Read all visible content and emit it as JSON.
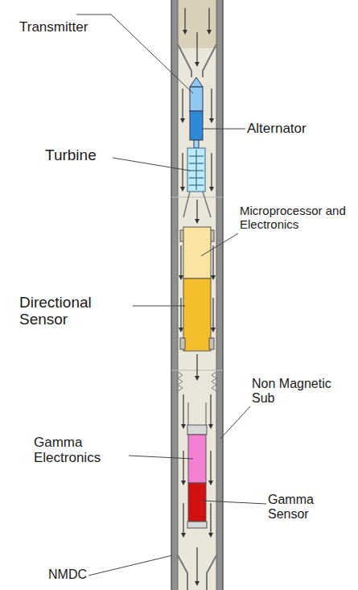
{
  "diagram": {
    "labels": [
      "Transmitter",
      "Alternator",
      "Turbine",
      "Microprocessor and Electronics",
      "Directional Sensor",
      "Non Magnetic Sub",
      "Gamma Electronics",
      "Gamma Sensor",
      "NMDC"
    ]
  }
}
